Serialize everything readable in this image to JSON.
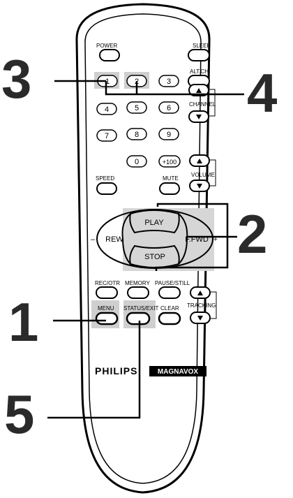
{
  "remote": {
    "buttons": {
      "power": "POWER",
      "sleep": "SLEEP",
      "alt_ch": "ALT.CH",
      "key_1": "1",
      "key_2": "2",
      "key_3": "3",
      "key_4": "4",
      "key_5": "5",
      "key_6": "6",
      "key_7": "7",
      "key_8": "8",
      "key_9": "9",
      "key_0": "0",
      "key_100": "+100",
      "speed": "SPEED",
      "mute": "MUTE",
      "play": "PLAY",
      "rew": "REW",
      "ffwd": "F.FWD",
      "stop": "STOP",
      "rec_otr": "REC/OTR",
      "memory": "MEMORY",
      "pause_still": "PAUSE/STILL",
      "menu": "MENU",
      "status_exit": "STATUS/EXIT",
      "clear": "CLEAR"
    },
    "labels": {
      "channel": "CHANNEL",
      "volume": "VOLUME",
      "tracking": "TRACKING",
      "minus": "–",
      "plus": "+"
    },
    "brands": {
      "philips": "PHILIPS",
      "magnavox": "MAGNAVOX"
    }
  },
  "callouts": {
    "n1": "1",
    "n2": "2",
    "n3": "3",
    "n4": "4",
    "n5": "5"
  },
  "icons": {
    "arrow_up": "triangle-up-icon",
    "arrow_down": "triangle-down-icon"
  }
}
